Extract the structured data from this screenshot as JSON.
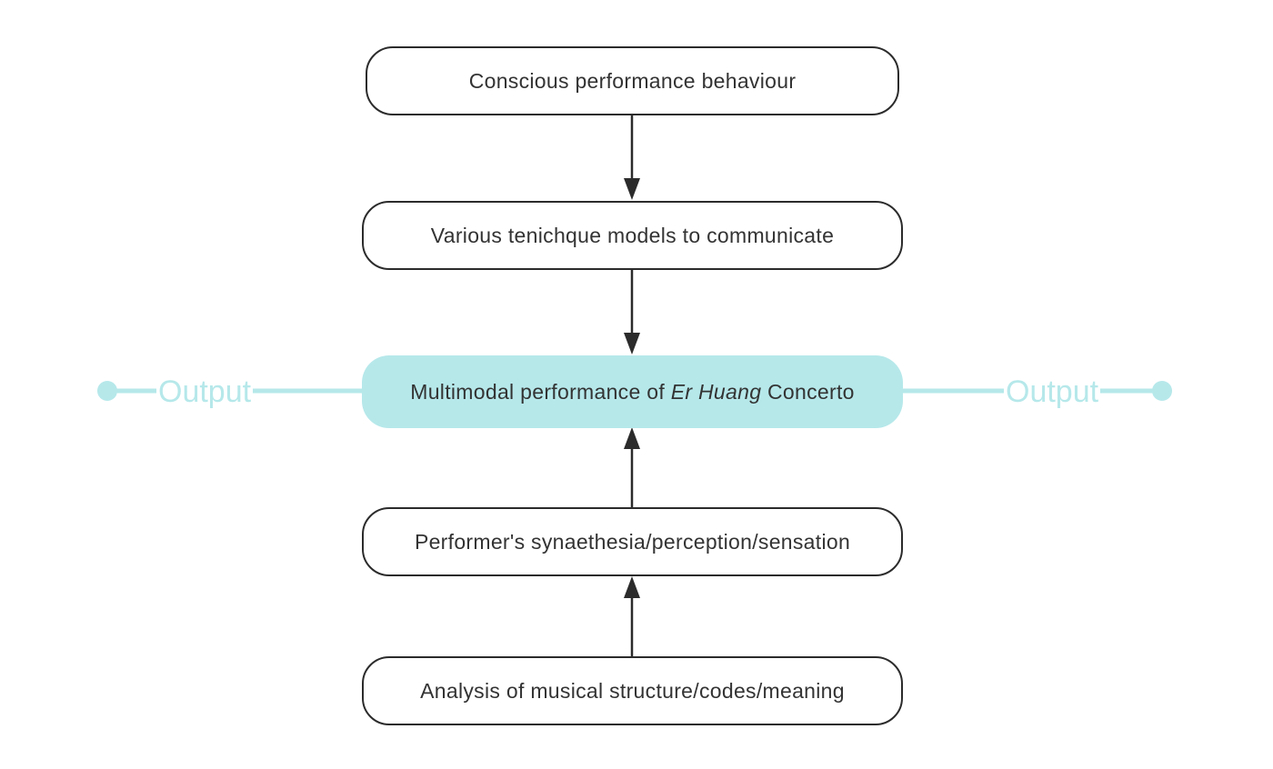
{
  "diagram": {
    "nodes": {
      "top": "Conscious performance behaviour",
      "second": "Various tenichque models to communicate",
      "center": {
        "prefix": "Multimodal performance of ",
        "italic": "Er Huang",
        "suffix": " Concerto"
      },
      "fourth": "Performer's synaethesia/perception/sensation",
      "bottom": "Analysis of musical structure/codes/meaning"
    },
    "outputs": {
      "left": "Output",
      "right": "Output"
    }
  },
  "colors": {
    "accent": "#b6e8ea",
    "stroke": "#2b2b2b",
    "text": "#333333"
  }
}
